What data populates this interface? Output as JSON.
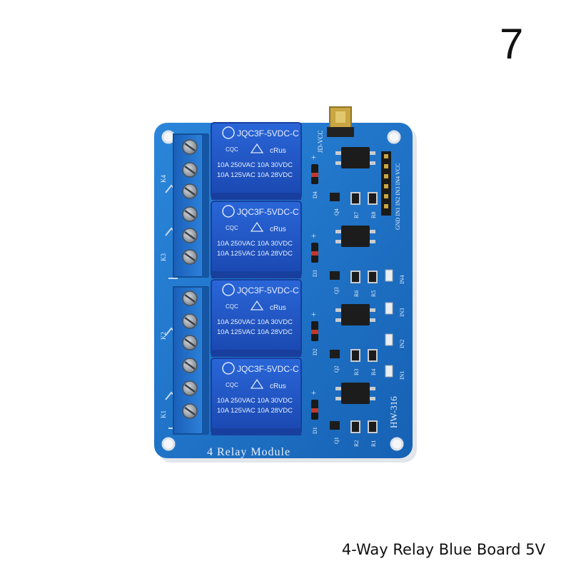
{
  "page_number": "7",
  "caption": "4-Way Relay Blue Board 5V",
  "colors": {
    "pcb_blue": "#1e73c9",
    "relay_blue": "#1f56c8",
    "terminal_blue": "#1f6cc9"
  },
  "board": {
    "module_label": "4 Relay Module",
    "model_label": "HW-316",
    "jumper_label": "JD-VCC",
    "header_label": "GND IN1 IN2 IN3 IN4 VCC",
    "relays": [
      {
        "model": "JQC3F-5VDC-C",
        "line1": "10A 250VAC 10A 30VDC",
        "line2": "10A 125VAC 10A 28VDC",
        "cert": "CQC",
        "ul": "cRus",
        "k_label": "K4",
        "d_label": "D4"
      },
      {
        "model": "JQC3F-5VDC-C",
        "line1": "10A 250VAC 10A 30VDC",
        "line2": "10A 125VAC 10A 28VDC",
        "cert": "CQC",
        "ul": "cRus",
        "k_label": "K3",
        "d_label": "D3"
      },
      {
        "model": "JQC3F-5VDC-C",
        "line1": "10A 250VAC 10A 30VDC",
        "line2": "10A 125VAC 10A 28VDC",
        "cert": "CQC",
        "ul": "cRus",
        "k_label": "K2",
        "d_label": "D2"
      },
      {
        "model": "JQC3F-5VDC-C",
        "line1": "10A 250VAC 10A 30VDC",
        "line2": "10A 125VAC 10A 28VDC",
        "cert": "CQC",
        "ul": "cRus",
        "k_label": "K1",
        "d_label": "D1"
      }
    ],
    "led_labels": [
      "IN4",
      "IN3",
      "IN2",
      "IN1"
    ],
    "transistor_labels": [
      "Q4",
      "Q3",
      "Q2",
      "Q1"
    ],
    "resistor_labels": [
      "R7",
      "R8",
      "R6",
      "R5",
      "R3",
      "R4",
      "R2",
      "R1"
    ]
  }
}
